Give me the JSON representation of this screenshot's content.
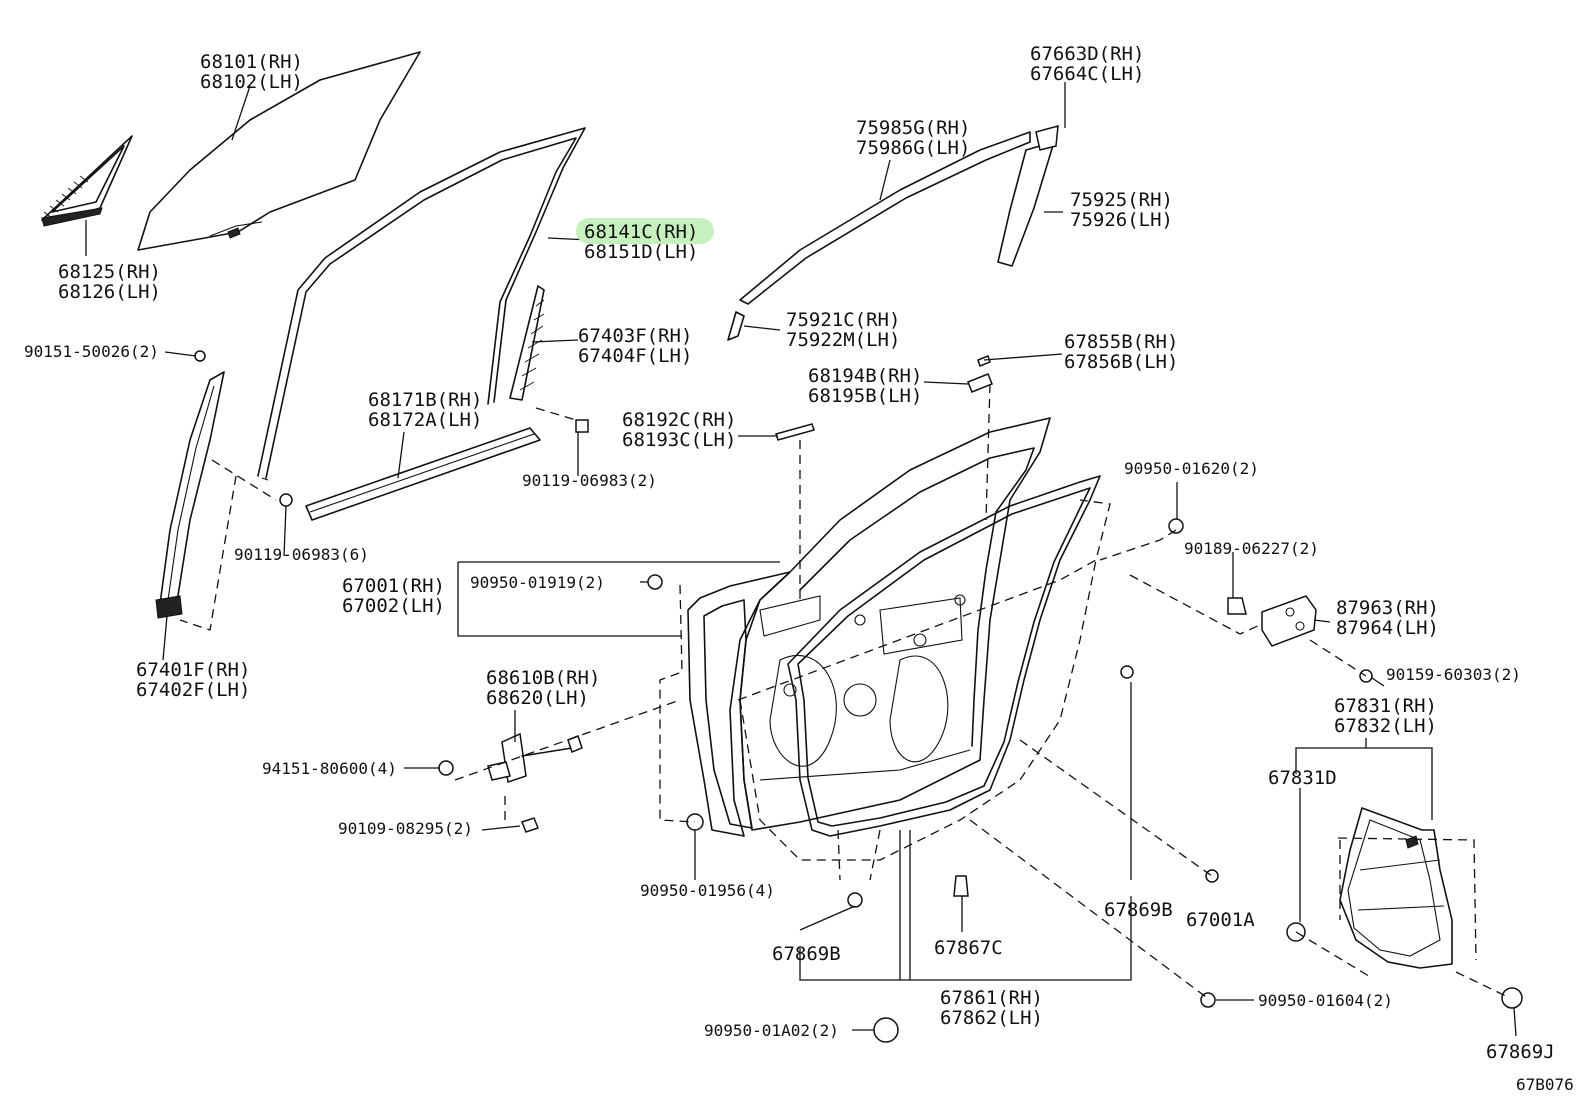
{
  "diagram": {
    "page_code": "67B076",
    "highlight_color": "#c6f1bf",
    "labels": {
      "l68101": "68101(RH)",
      "l68102": "68102(LH)",
      "l68125": "68125(RH)",
      "l68126": "68126(LH)",
      "l68141": "68141C(RH)",
      "l68151": "68151D(LH)",
      "l90151": "90151-50026(2)",
      "l67403": "67403F(RH)",
      "l67404": "67404F(LH)",
      "l68171": "68171B(RH)",
      "l68172": "68172A(LH)",
      "l90119a": "90119-06983(2)",
      "l90119b": "90119-06983(6)",
      "l67401": "67401F(RH)",
      "l67402": "67402F(LH)",
      "l67663": "67663D(RH)",
      "l67664": "67664C(LH)",
      "l75985": "75985G(RH)",
      "l75986": "75986G(LH)",
      "l75925": "75925(RH)",
      "l75926": "75926(LH)",
      "l75921": "75921C(RH)",
      "l75922": "75922M(LH)",
      "l67855": "67855B(RH)",
      "l67856": "67856B(LH)",
      "l68194": "68194B(RH)",
      "l68195": "68195B(LH)",
      "l68192": "68192C(RH)",
      "l68193": "68193C(LH)",
      "l90950_01620": "90950-01620(2)",
      "l90189": "90189-06227(2)",
      "l67001": "67001(RH)",
      "l67002": "67002(LH)",
      "l90950_01919": "90950-01919(2)",
      "l87963": "87963(RH)",
      "l87964": "87964(LH)",
      "l90159": "90159-60303(2)",
      "l68610": "68610B(RH)",
      "l68620": "68620(LH)",
      "l67831": "67831(RH)",
      "l67832": "67832(LH)",
      "l67831d": "67831D",
      "l94151": "94151-80600(4)",
      "l90109": "90109-08295(2)",
      "l90950_01956": "90950-01956(4)",
      "l67869b_right": "67869B",
      "l67001a": "67001A",
      "l67869b_left": "67869B",
      "l67867c": "67867C",
      "l67861": "67861(RH)",
      "l67862": "67862(LH)",
      "l90950_01a02": "90950-01A02(2)",
      "l90950_01604": "90950-01604(2)",
      "l67869j": "67869J"
    }
  }
}
